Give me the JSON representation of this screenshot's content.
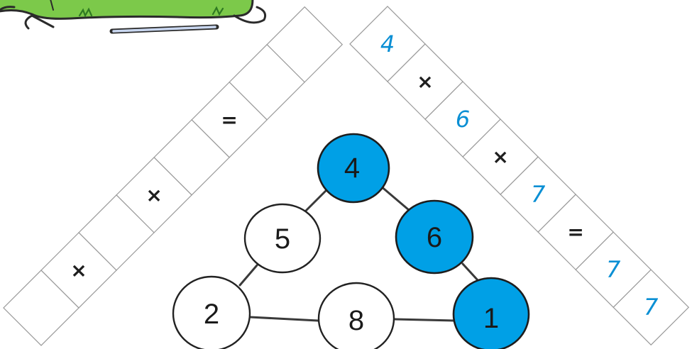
{
  "left_strip": [
    "",
    "×",
    "",
    "×",
    "",
    "=",
    "",
    ""
  ],
  "right_strip": [
    "4",
    "×",
    "6",
    "×",
    "7",
    "=",
    "7",
    "7"
  ],
  "triangle": {
    "top": "4",
    "left_mid": "5",
    "right_mid": "6",
    "bottom_left": "2",
    "bottom_mid": "8",
    "bottom_right": "1"
  },
  "colors": {
    "highlight": "#00a0e6",
    "answer_digits": "#0a8fd4"
  },
  "icons": [
    "green-monster-icon",
    "magic-wand-icon"
  ]
}
